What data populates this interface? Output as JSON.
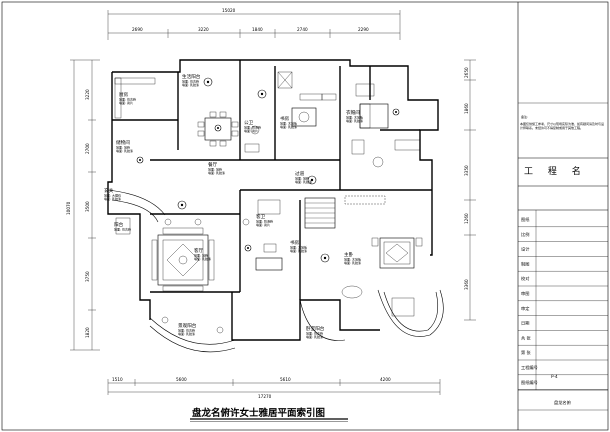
{
  "drawing": {
    "title": "盘龙名俯许女士雅居平面索引图",
    "dims_top": {
      "overall": "15020",
      "segments": [
        "2690",
        "3220",
        "1840",
        "2740",
        "2290"
      ]
    },
    "dims_bottom": {
      "overall": "17270",
      "segments": [
        "1510",
        "5600",
        "5610",
        "4200"
      ]
    },
    "dims_left": {
      "overall": "10070",
      "segments": [
        "3220",
        "2700",
        "3500",
        "3750",
        "1820"
      ]
    },
    "dims_right": {
      "segments": [
        "2650",
        "1860",
        "3350",
        "1260",
        "3360"
      ]
    },
    "rooms": [
      {
        "name": "生活阳台",
        "sub": "地面: 仿古砖\n墙面: 乳胶漆"
      },
      {
        "name": "厨房",
        "sub": "地面: 仿古砖\n墙面: 瓷片"
      },
      {
        "name": "储物间",
        "sub": "地面: 地砖\n墙面: 乳胶漆"
      },
      {
        "name": "餐厅",
        "sub": "地面: 地砖\n墙面: 乳胶漆"
      },
      {
        "name": "公卫",
        "sub": "地面: 防滑砖\n墙面: 瓷片"
      },
      {
        "name": "书房",
        "sub": "地面: 木地板\n墙面: 乳胶漆"
      },
      {
        "name": "衣帽间",
        "sub": "地面: 木地板\n墙面: 乳胶漆"
      },
      {
        "name": "玄关",
        "sub": "地面: 大理石\n墙面: 乳胶漆"
      },
      {
        "name": "过道",
        "sub": "地面: 地砖\n墙面: 乳胶漆"
      },
      {
        "name": "客卫",
        "sub": "地面: 防滑砖\n墙面: 瓷片"
      },
      {
        "name": "客厅",
        "sub": "地面: 地砖\n墙面: 乳胶漆"
      },
      {
        "name": "书房",
        "sub": "地面: 木地板\n墙面: 乳胶漆"
      },
      {
        "name": "主卧",
        "sub": "地面: 木地板\n墙面: 乳胶漆"
      },
      {
        "name": "景观阳台",
        "sub": "地面: 仿古砖\n墙面: 乳胶漆"
      },
      {
        "name": "阳台",
        "sub": "地面: 仿古砖"
      },
      {
        "name": "卧室阳台",
        "sub": "地面: 仿古砖\n墙面: 乳胶漆"
      }
    ]
  },
  "title_block": {
    "notes_heading": "备注:",
    "notes_text": "本图仅供施工参考，尺寸以现场实际为准，如有疑问请及时与设计师联系。未经许可不得复制或用于其他工程。",
    "project_label": "工  程  名",
    "rows": [
      "图纸",
      "比例",
      "设计",
      "制图",
      "校对",
      "审图",
      "审定",
      "日期",
      "共  张",
      "第  张",
      "工程编号",
      "图纸编号"
    ],
    "drawing_number": "P-4",
    "footer": "盘龙名俯"
  }
}
